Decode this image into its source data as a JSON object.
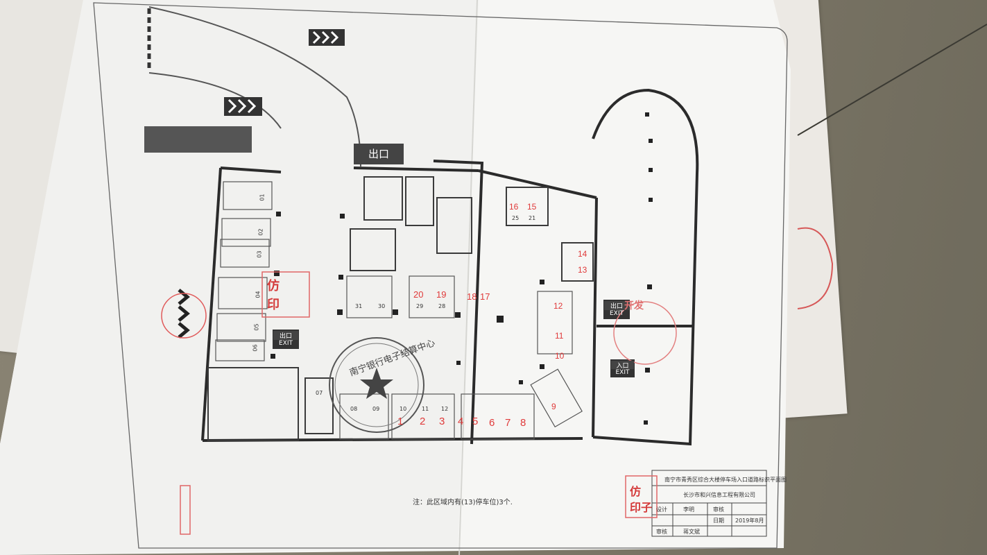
{
  "floor_plan": {
    "exit_sign_big": "出口",
    "entrance_sign": "入口",
    "exit_label": "EXIT",
    "exit_sign_small": "出口",
    "footnote": "注：此区域内有(13)停车位)3个.",
    "red_numbers": [
      "1",
      "2",
      "3",
      "4",
      "5",
      "6",
      "7",
      "8",
      "9",
      "10",
      "11",
      "12",
      "13",
      "14",
      "15",
      "16",
      "17",
      "18",
      "19",
      "20"
    ],
    "bay_labels_right": [
      "25",
      "21"
    ],
    "bay_labels_mid": [
      "31",
      "30",
      "29",
      "28"
    ],
    "bay_labels_bottom": [
      "08",
      "09",
      "10",
      "11",
      "12"
    ],
    "bay_labels_left": [
      "01",
      "02",
      "03",
      "04",
      "05",
      "06",
      "07"
    ]
  },
  "title_block": {
    "project_title": "南宁市青秀区综合大楼停车场入口道路标识平面图",
    "company": "长沙市和兴信息工程有限公司",
    "row_design": "设计",
    "row_design_name": "李明",
    "row_check": "审核",
    "row_approve": "审核",
    "row_approve_name": "蒋文斌",
    "row_date": "日期",
    "row_date_value": "2019年8月"
  },
  "stamps": {
    "center_stamp": "南宁银行电子结算中心",
    "left_chop": "仿",
    "left_chop_2": "印",
    "right_chop": "开发",
    "bottom_chop": "仿",
    "bottom_chop_2": "印子"
  }
}
